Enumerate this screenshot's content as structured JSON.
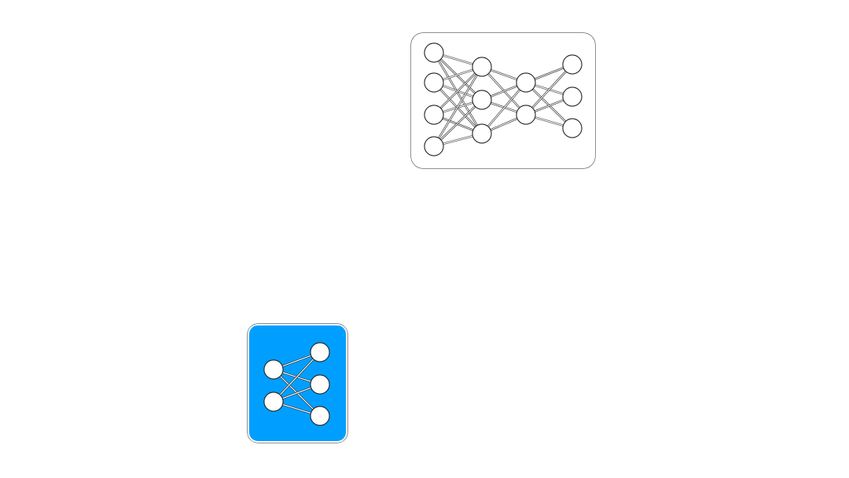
{
  "icons": [
    {
      "name": "deep-neural-network-icon",
      "fill": "#ffffff",
      "layers": [
        4,
        3,
        2,
        3
      ]
    },
    {
      "name": "shallow-neural-network-icon",
      "fill": "#009fff",
      "layers": [
        2,
        3
      ]
    }
  ],
  "colors": {
    "outline": "#222222",
    "node": "#ffffff",
    "accent": "#009fff"
  }
}
